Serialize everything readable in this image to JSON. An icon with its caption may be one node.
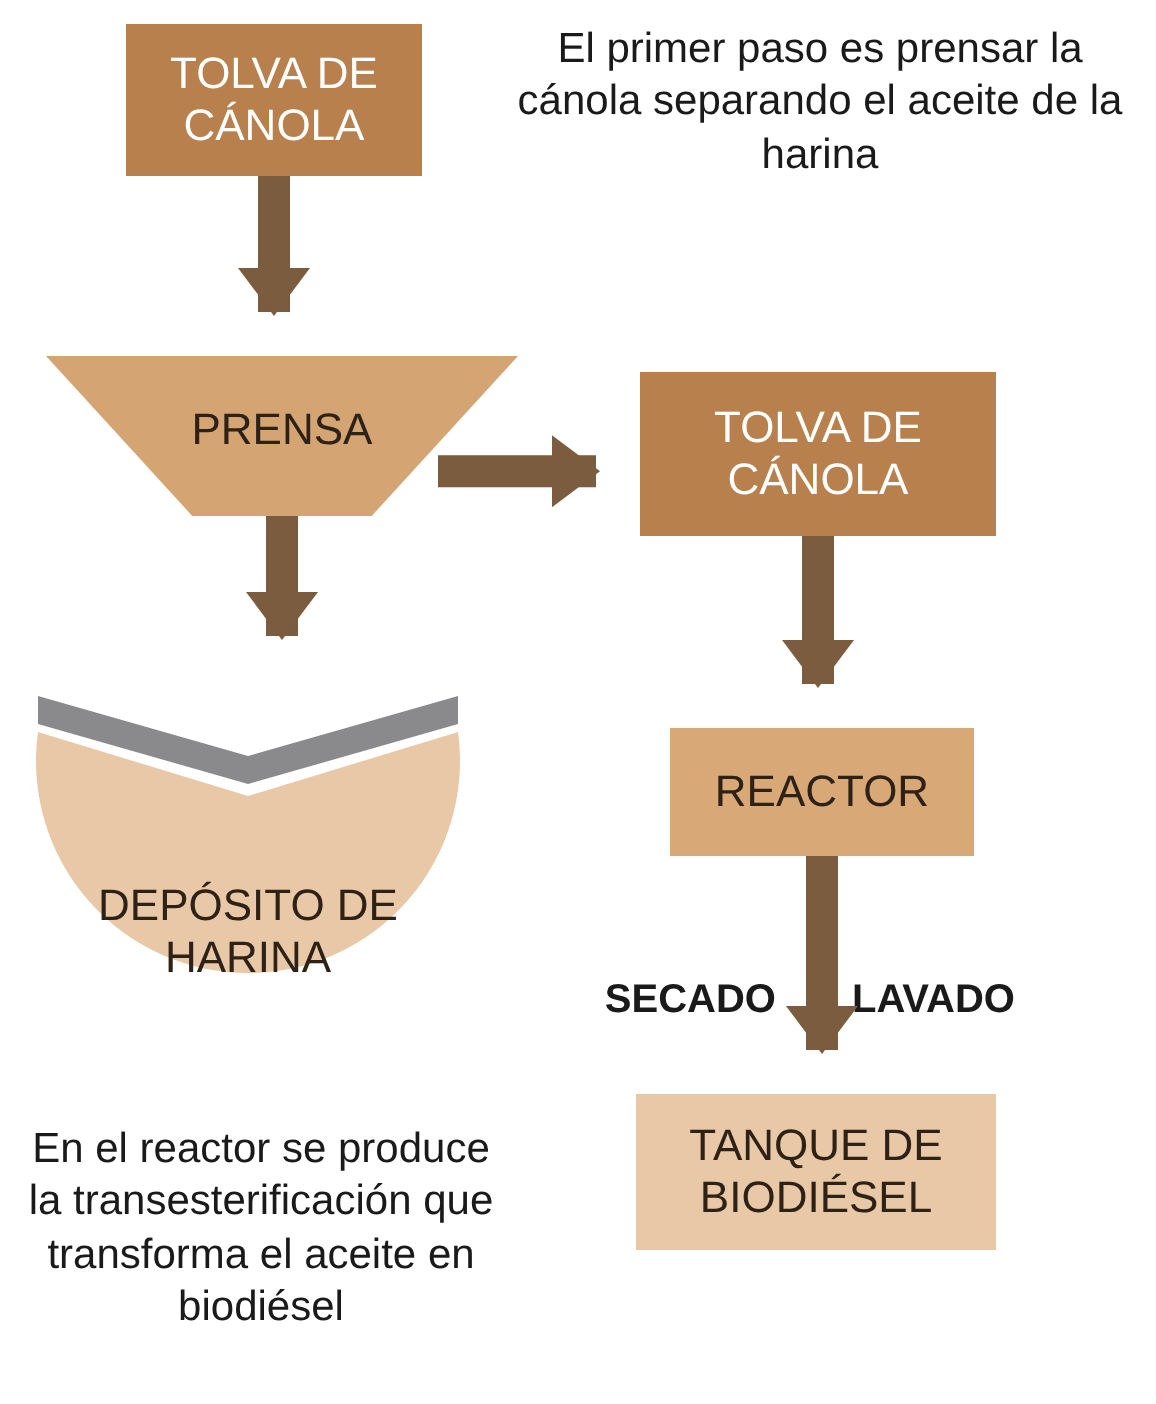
{
  "diagram": {
    "nodes": [
      {
        "text": [
          "TOLVA DE CÁNOLA"
        ]
      },
      {
        "text": [
          "PRENSA"
        ]
      },
      {
        "text": [
          "DEPÓSITO DE HARINA"
        ]
      },
      {
        "text": [
          "TOLVA DE CÁNOLA"
        ]
      },
      {
        "text": [
          "REACTOR"
        ]
      },
      {
        "text": [
          "TANQUE DE BIODIÉSEL"
        ]
      }
    ],
    "edges": [
      {
        "from": 0,
        "to": 1,
        "arrow": "to"
      },
      {
        "from": 1,
        "to": 2,
        "arrow": "to"
      },
      {
        "from": 1,
        "to": 3,
        "arrow": "to"
      },
      {
        "from": 3,
        "to": 4,
        "arrow": "to"
      },
      {
        "from": 4,
        "to": 5,
        "arrow": "to"
      }
    ],
    "labels": [
      "El primer paso es prensar la cánola separando el aceite de la harina",
      "SECADO",
      "LAVADO",
      "En el reactor se produce la transesterificación que transforma el aceite en biodiésel"
    ]
  }
}
